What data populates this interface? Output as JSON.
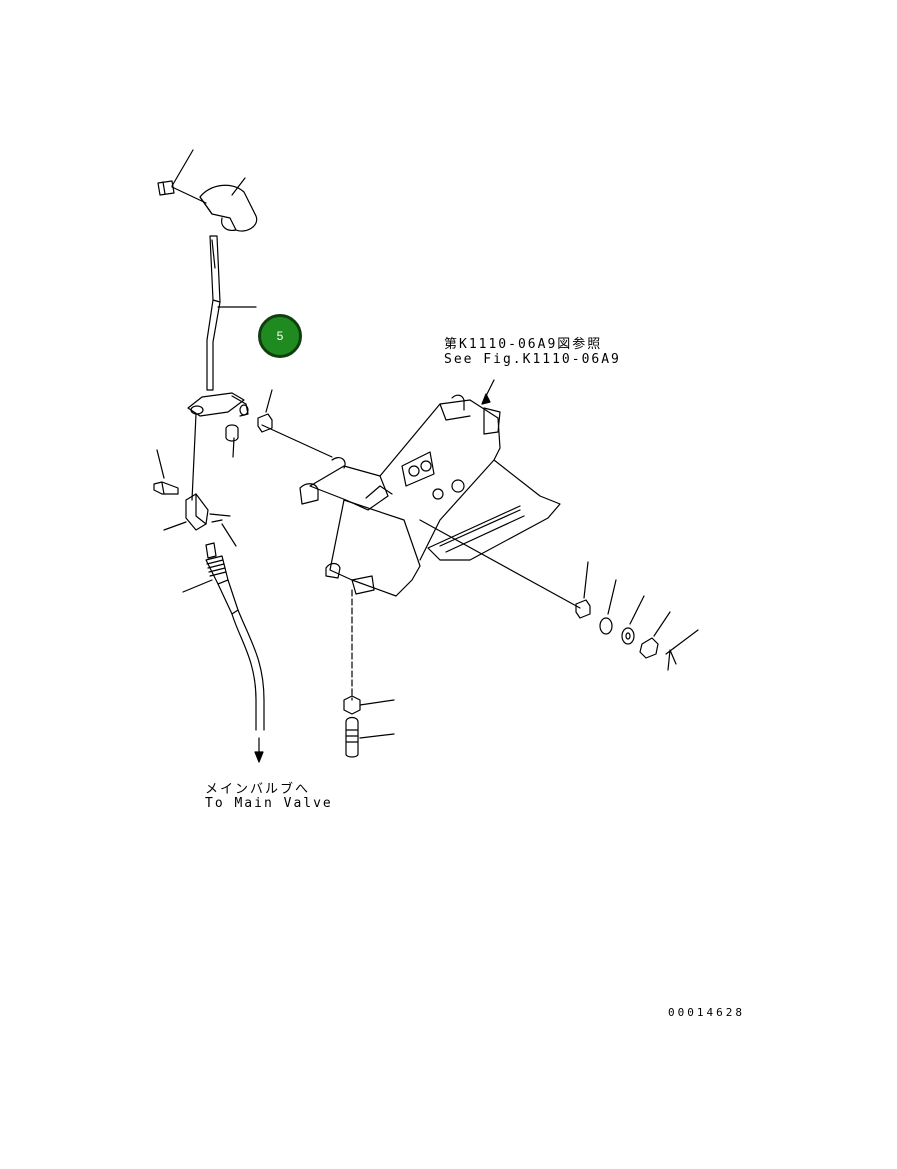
{
  "reference": {
    "line1": "第K1110-06A9図参照",
    "line2": "See Fig.K1110-06A9"
  },
  "destination": {
    "line1": "メインバルブへ",
    "line2": "To Main Valve"
  },
  "drawing_number": "00014628",
  "callout": {
    "label": "5",
    "color": "#1f8a1f"
  }
}
